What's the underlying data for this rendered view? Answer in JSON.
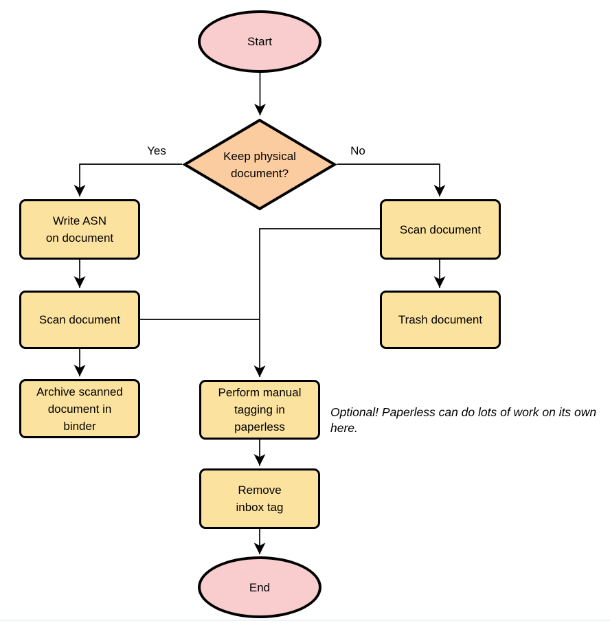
{
  "diagram": {
    "type": "flowchart",
    "nodes": {
      "start": {
        "label": "Start",
        "shape": "terminal"
      },
      "decision": {
        "label": "Keep physical\ndocument?",
        "shape": "decision"
      },
      "write_asn": {
        "label": "Write ASN\non document",
        "shape": "process"
      },
      "scan_left": {
        "label": "Scan document",
        "shape": "process"
      },
      "archive": {
        "label": "Archive scanned\ndocument in\nbinder",
        "shape": "process"
      },
      "scan_right": {
        "label": "Scan document",
        "shape": "process"
      },
      "trash": {
        "label": "Trash document",
        "shape": "process"
      },
      "tagging": {
        "label": "Perform manual\ntagging in\npaperless",
        "shape": "process"
      },
      "remove_inbox": {
        "label": "Remove\ninbox tag",
        "shape": "process"
      },
      "end": {
        "label": "End",
        "shape": "terminal"
      }
    },
    "edge_labels": {
      "yes": "Yes",
      "no": "No"
    },
    "edges": [
      {
        "from": "start",
        "to": "decision"
      },
      {
        "from": "decision",
        "to": "write_asn",
        "label": "Yes"
      },
      {
        "from": "decision",
        "to": "scan_right",
        "label": "No"
      },
      {
        "from": "write_asn",
        "to": "scan_left"
      },
      {
        "from": "scan_left",
        "to": "archive"
      },
      {
        "from": "scan_left",
        "to": "tagging"
      },
      {
        "from": "scan_right",
        "to": "trash"
      },
      {
        "from": "scan_right",
        "to": "tagging"
      },
      {
        "from": "tagging",
        "to": "remove_inbox"
      },
      {
        "from": "remove_inbox",
        "to": "end"
      }
    ],
    "annotation": {
      "text": "Optional! Paperless can do lots of work on its own here."
    },
    "colors": {
      "terminal_fill": "#F9CDCD",
      "process_fill": "#FCE29F",
      "decision_fill": "#FBCC9F",
      "stroke": "#000000",
      "background": "#ffffff",
      "bottom_rule": "#edf2f6"
    }
  }
}
